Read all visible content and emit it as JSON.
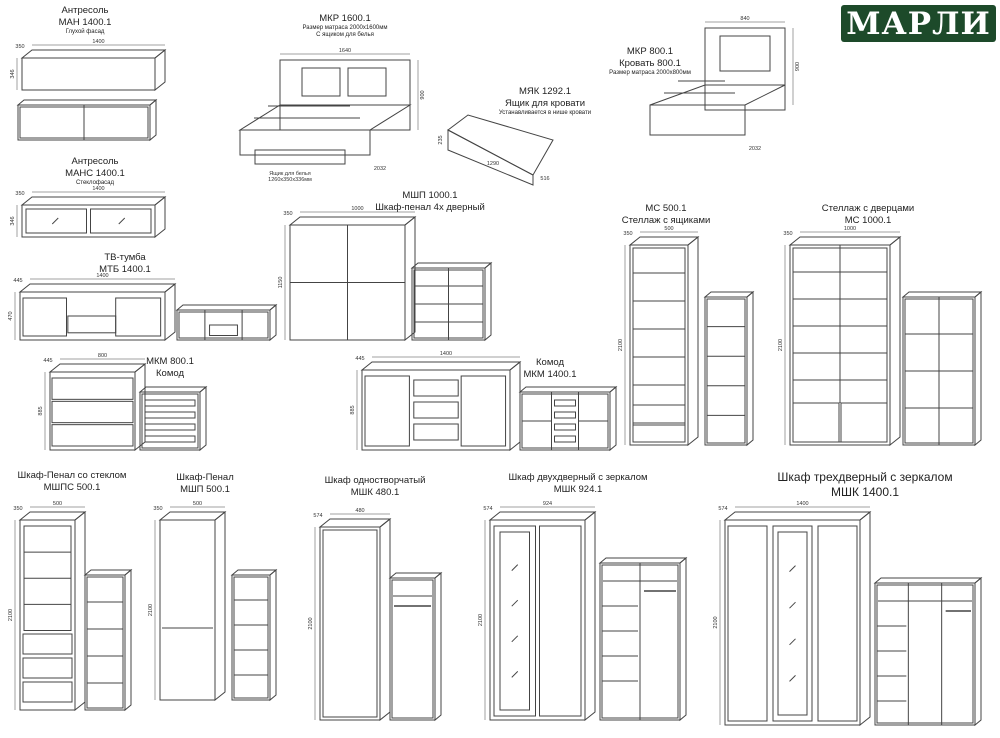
{
  "brand": {
    "logo_text": "МАРЛИ",
    "color": "#1d4a2a"
  },
  "products": [
    {
      "lines": [
        "Антресоль",
        "МАН 1400.1",
        "Глухой фасад"
      ],
      "dims": {
        "w": "1400",
        "d": "350",
        "h": "346"
      }
    },
    {
      "lines": [
        "МКР 1600.1",
        "Размер матраса 2000х1600мм",
        "С ящиком для белья"
      ],
      "dims": {
        "w": "1640",
        "d": "2032",
        "h": "900"
      },
      "note": [
        "Ящик для белья",
        "1260х350х336мм"
      ]
    },
    {
      "lines": [
        "МЯК 1292.1",
        "Ящик для кровати",
        "Устанавливается в нише кровати"
      ],
      "dims": {
        "w": "1290",
        "d": "516",
        "h": "235"
      }
    },
    {
      "lines": [
        "МКР 800.1",
        "Кровать 800.1",
        "Размер матраса 2000х800мм"
      ],
      "dims": {
        "w": "840",
        "d": "2032",
        "h": "900"
      }
    },
    {
      "lines": [
        "Антресоль",
        "МАНС 1400.1",
        "Стеклофасад"
      ],
      "dims": {
        "w": "1400",
        "d": "350",
        "h": "346"
      }
    },
    {
      "lines": [
        "ТВ-тумба",
        "МТБ 1400.1"
      ],
      "dims": {
        "w": "1400",
        "d": "445",
        "h": "470"
      }
    },
    {
      "lines": [
        "МКМ 800.1",
        "Комод"
      ],
      "dims": {
        "w": "800",
        "d": "445",
        "h": "885"
      }
    },
    {
      "lines": [
        "МШП 1000.1",
        "Шкаф-пенал 4х дверный"
      ],
      "dims": {
        "w": "1000",
        "d": "350",
        "h": "1150"
      }
    },
    {
      "lines": [
        "Комод",
        "МКМ 1400.1"
      ],
      "dims": {
        "w": "1400",
        "d": "445",
        "h": "885"
      }
    },
    {
      "lines": [
        "МС 500.1",
        "Стеллаж с ящиками"
      ],
      "dims": {
        "w": "500",
        "d": "350",
        "h": "2100"
      }
    },
    {
      "lines": [
        "Стеллаж с дверцами",
        "МС 1000.1"
      ],
      "dims": {
        "w": "1000",
        "d": "350",
        "h": "2100"
      }
    },
    {
      "lines": [
        "Шкаф-Пенал со стеклом",
        "МШПС 500.1"
      ],
      "dims": {
        "w": "500",
        "d": "350",
        "h": "2100"
      }
    },
    {
      "lines": [
        "Шкаф-Пенал",
        "МШП 500.1"
      ],
      "dims": {
        "w": "500",
        "d": "350",
        "h": "2100"
      }
    },
    {
      "lines": [
        "Шкаф одностворчатый",
        "МШК 480.1"
      ],
      "dims": {
        "w": "480",
        "d": "574",
        "h": "2100"
      }
    },
    {
      "lines": [
        "Шкаф двухдверный с зеркалом",
        "МШК 924.1"
      ],
      "dims": {
        "w": "924",
        "d": "574",
        "h": "2100"
      }
    },
    {
      "lines": [
        "Шкаф трехдверный с зеркалом",
        "МШК 1400.1"
      ],
      "dims": {
        "w": "1400",
        "d": "574",
        "h": "2100"
      }
    }
  ]
}
